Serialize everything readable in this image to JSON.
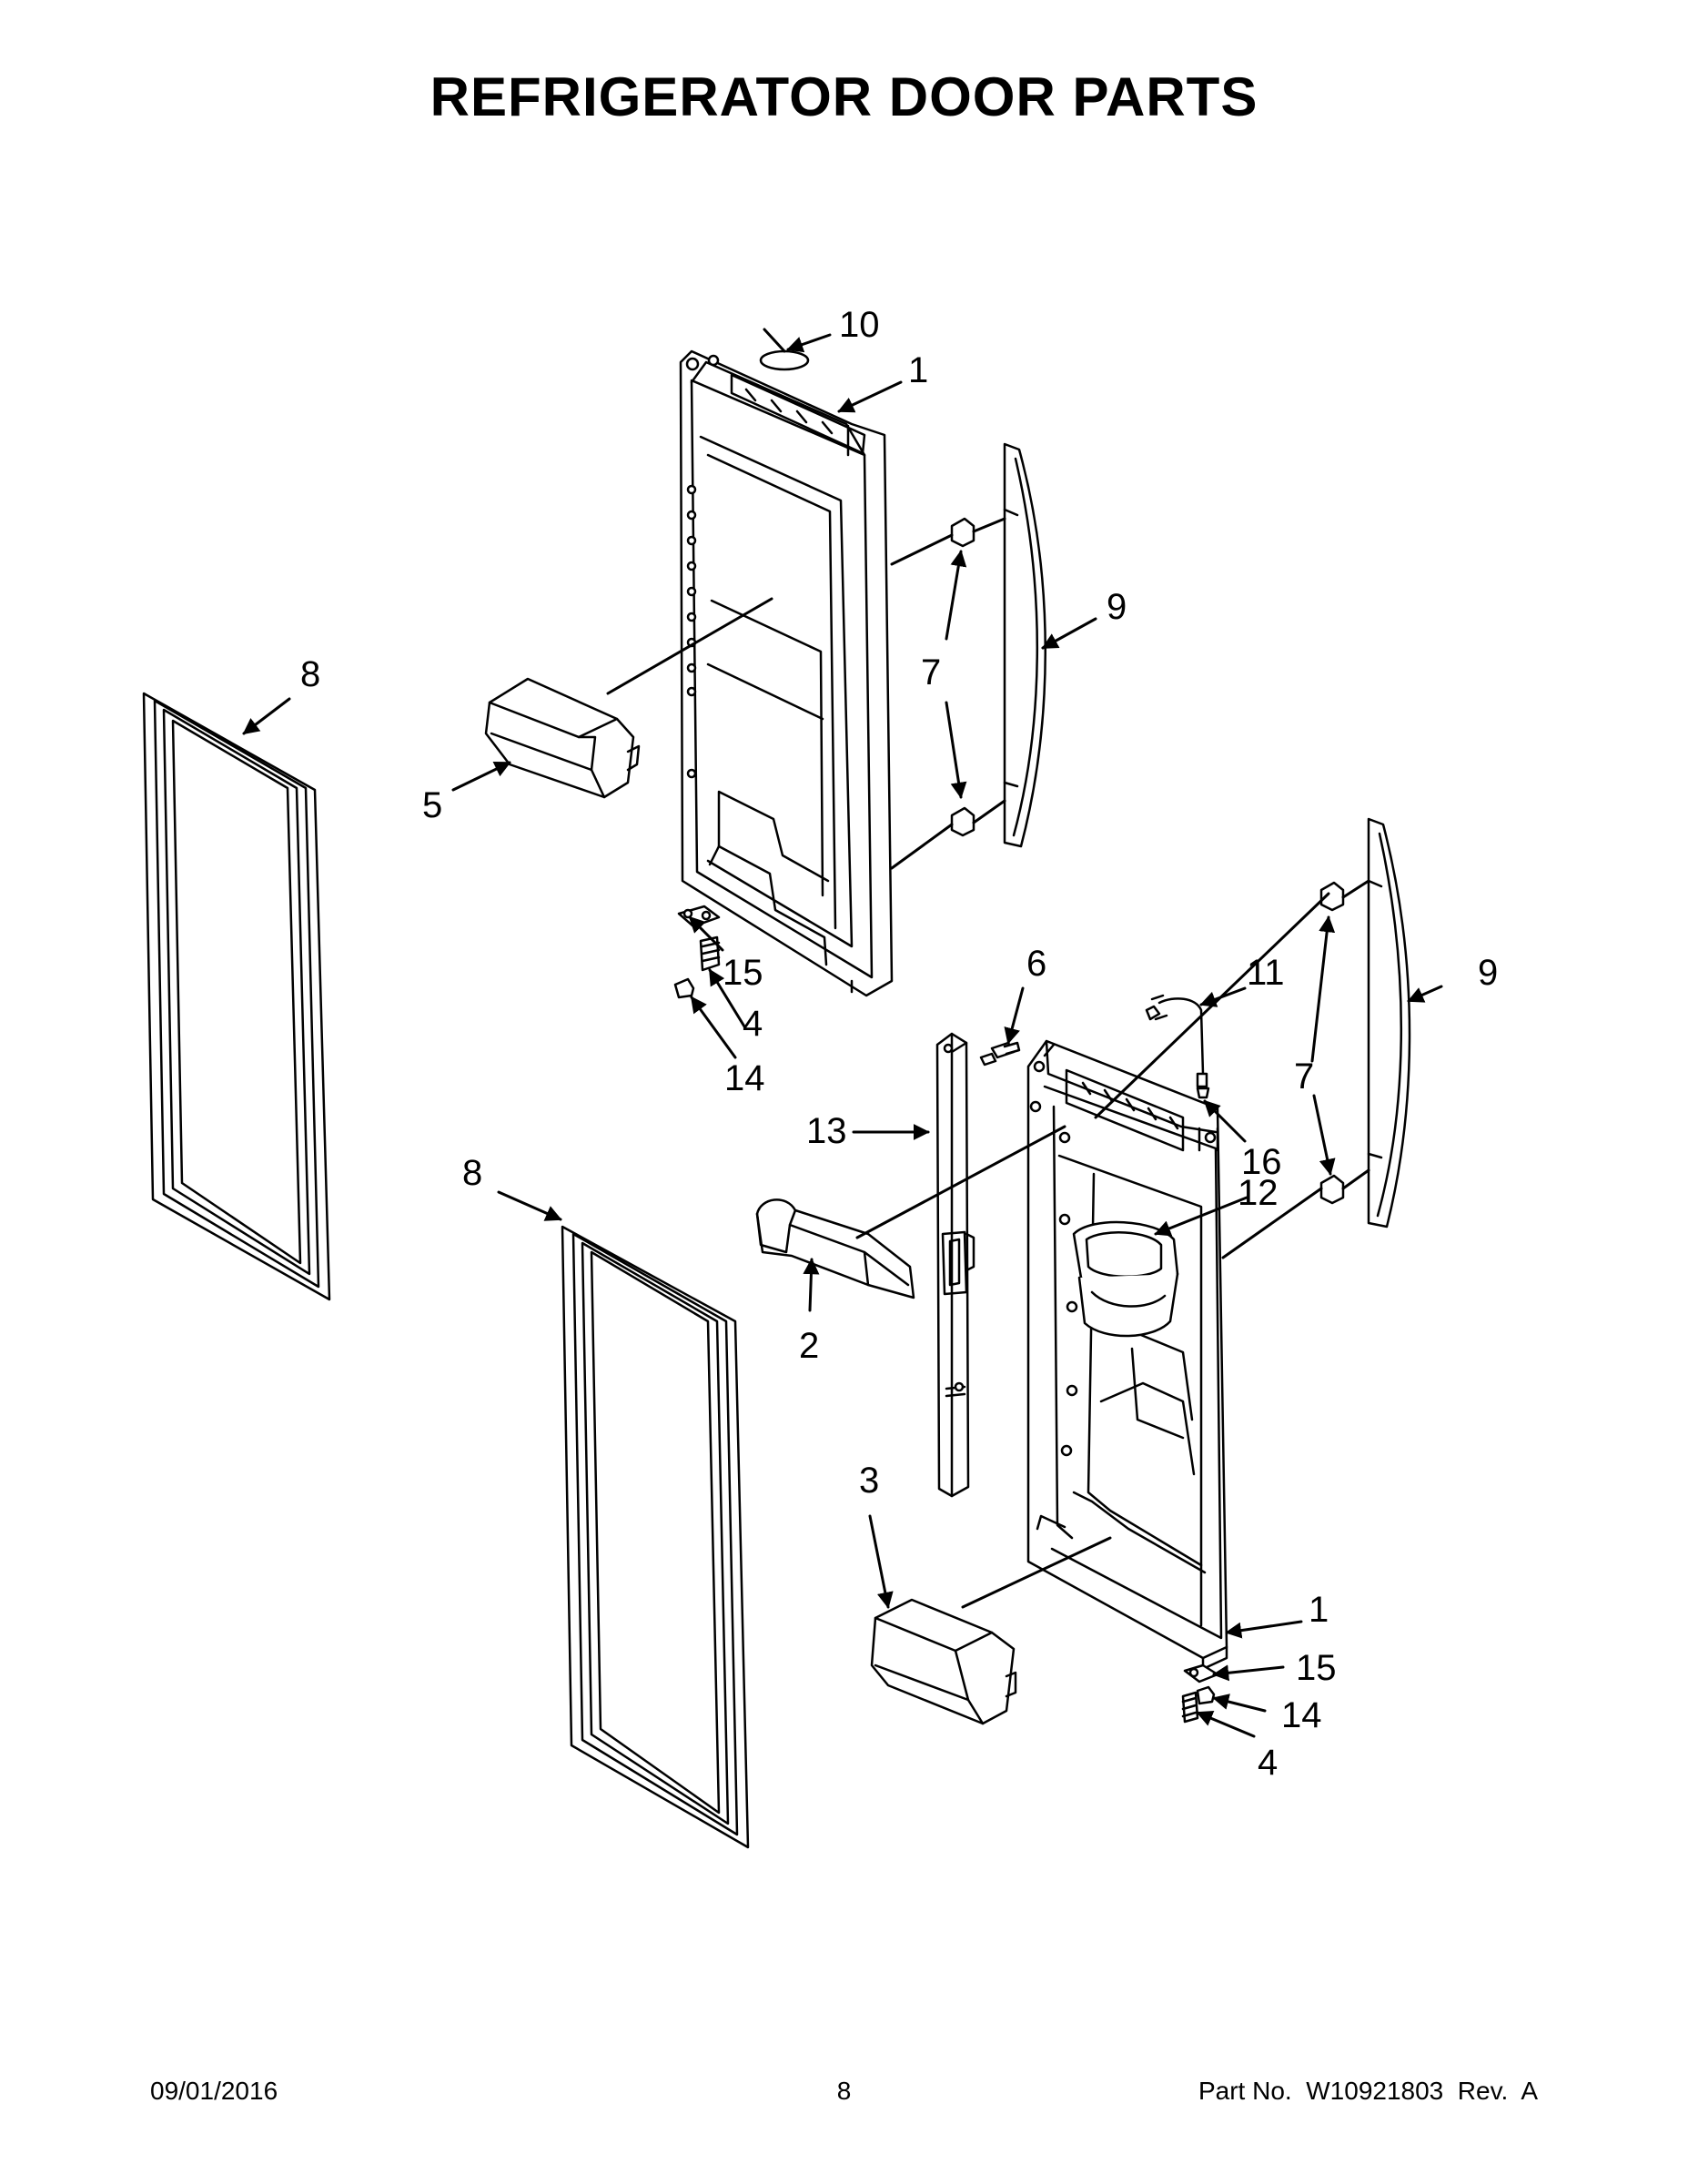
{
  "title": "REFRIGERATOR DOOR PARTS",
  "callouts": {
    "c10_top": "10",
    "c1_top": "1",
    "c9_upper": "9",
    "c7_upper": "7",
    "c8_left": "8",
    "c5": "5",
    "c15_upper": "15",
    "c4_upper": "4",
    "c14_upper": "14",
    "c6": "6",
    "c11": "11",
    "c9_lower": "9",
    "c7_lower": "7",
    "c13": "13",
    "c16": "16",
    "c8_mid": "8",
    "c12": "12",
    "c2": "2",
    "c3": "3",
    "c1_bottom": "1",
    "c15_lower": "15",
    "c14_lower": "14",
    "c4_lower": "4"
  },
  "footer": {
    "date": "09/01/2016",
    "page": "8",
    "part_no": "Part No.  W10921803  Rev.  A"
  }
}
